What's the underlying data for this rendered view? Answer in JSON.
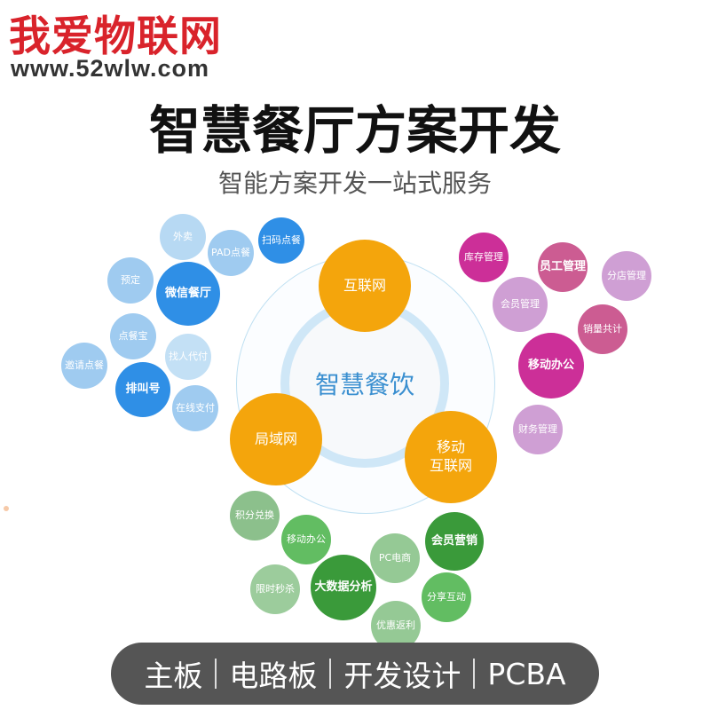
{
  "logo": {
    "brand": "我爱物联网",
    "site": "www.52wlw.com"
  },
  "header": {
    "title": "智慧餐厅方案开发",
    "subtitle": "智能方案开发一站式服务"
  },
  "diagram": {
    "center": "智慧餐饮",
    "hubs": [
      "互联网",
      "局域网",
      "移动\n互联网"
    ],
    "blue_items": [
      "外卖",
      "PAD点餐",
      "扫码点餐",
      "预定",
      "微信餐厅",
      "点餐宝",
      "找人代付",
      "邀请点餐",
      "排叫号",
      "在线支付"
    ],
    "pink_items": [
      "库存管理",
      "员工管理",
      "分店管理",
      "会员管理",
      "销量共计",
      "移动办公",
      "财务管理"
    ],
    "green_items": [
      "积分兑换",
      "移动办公",
      "限时秒杀",
      "大数据分析",
      "PC电商",
      "会员营销",
      "分享互动",
      "优惠返利"
    ],
    "colors": {
      "hub": "#f4a50c",
      "center_text": "#3a8fd0",
      "brand": "#d9232b"
    }
  },
  "footer": {
    "items": [
      "主板",
      "电路板",
      "开发设计",
      "PCBA"
    ]
  }
}
